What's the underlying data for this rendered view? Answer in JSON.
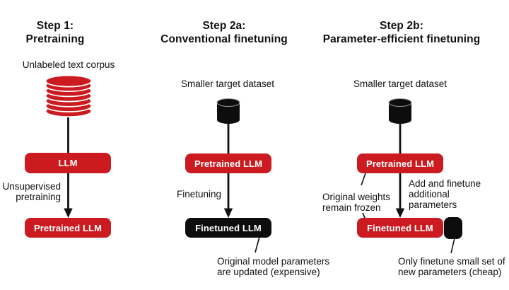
{
  "figure": {
    "background": "#ffffff",
    "colors": {
      "red": "#cc1b20",
      "black": "#0d0d0d",
      "line": "#111111",
      "text": "#111111",
      "box_text": "#ffffff"
    }
  },
  "columns": {
    "step1": {
      "title_line1": "Step 1:",
      "title_line2": "Pretraining",
      "dataset_label": "Unlabeled text corpus",
      "dataset_icon": "database-stack-icon",
      "top_box_label": "LLM",
      "arrow_label_line1": "Unsupervised",
      "arrow_label_line2": "pretraining",
      "bottom_box_label": "Pretrained LLM"
    },
    "step2a": {
      "title_line1": "Step 2a:",
      "title_line2": "Conventional finetuning",
      "dataset_label": "Smaller target dataset",
      "dataset_icon": "database-icon",
      "top_box_label": "Pretrained LLM",
      "arrow_label": "Finetuning",
      "bottom_box_label": "Finetuned LLM",
      "annotation_line1": "Original model parameters",
      "annotation_line2": "are updated (expensive)"
    },
    "step2b": {
      "title_line1": "Step 2b:",
      "title_line2": "Parameter-efficient finetuning",
      "dataset_label": "Smaller target dataset",
      "dataset_icon": "database-icon",
      "top_box_label": "Pretrained LLM",
      "frozen_note_line1": "Original weights",
      "frozen_note_line2": "remain frozen",
      "arrow_note_line1": "Add and finetune",
      "arrow_note_line2": "additional",
      "arrow_note_line3": "parameters",
      "bottom_box_label": "Finetuned LLM",
      "new_params_icon": "new-parameters-block",
      "bottom_note_line1": "Only finetune small set of",
      "bottom_note_line2": "new parameters (cheap)"
    }
  }
}
